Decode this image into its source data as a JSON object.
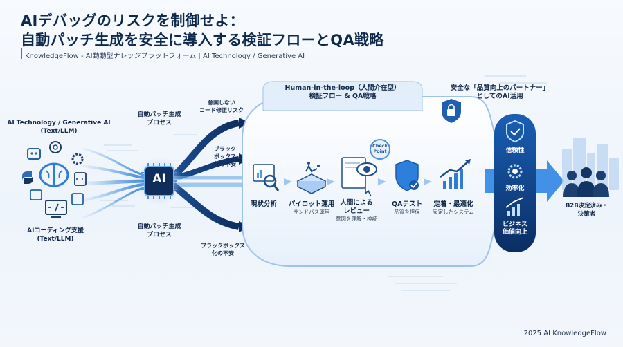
{
  "header": {
    "title_line1": "AIデバッグのリスクを制御せよ：",
    "title_line2": "自動パッチ生成を安全に導入する検証フローとQA戦略",
    "subtitle": "KnowledgeFlow - AI動動型ナレッジプラットフォーム | AI Technology / Generative AI"
  },
  "left": {
    "input_top": "AI Technology / Generative AI\n(Text/LLM)",
    "input_bottom": "AIコーディング支援\n(Text/LLM)",
    "chip_label": "AI",
    "patch_top": "自動パッチ生成\nプロセス",
    "patch_bottom": "自動パッチ生成\nプロセス"
  },
  "risks": {
    "risk1": "意図しない\nコード修正リスク",
    "risk2": "ブラック\nボックス\n化の不安",
    "risk3": "ブラックボックス\n化の不安"
  },
  "panel": {
    "title": "Human-in-the-loop（人間介在型）\n検証フロー & QA戦略",
    "checkpoint": "Check\nPoint"
  },
  "steps": [
    {
      "title": "現状分析",
      "sub": "",
      "icon": "chart-magnifier-icon"
    },
    {
      "title": "パイロット運用",
      "sub": "サンドバス運用",
      "icon": "sandbox-box-icon"
    },
    {
      "title": "人間による\nレビュー",
      "sub": "意図を理解・検証",
      "icon": "eye-review-icon"
    },
    {
      "title": "QAテスト",
      "sub": "品質を担保",
      "icon": "shield-check-icon"
    },
    {
      "title": "定着・最適化",
      "sub": "安定したシステム",
      "icon": "growth-chart-icon"
    }
  ],
  "right": {
    "partner": "安全な「品質向上のパートナー」\nとしてのAI活用",
    "pillar": [
      "信頼性",
      "効率化",
      "ビジネス\n価値向上"
    ],
    "outcome": "B2B決定済み・\n決策者"
  },
  "footer": "2025 AI KnowledgeFlow",
  "colors": {
    "primary": "#1f6fd1",
    "dark": "#0d2a4d",
    "light": "#dbe9fa"
  }
}
